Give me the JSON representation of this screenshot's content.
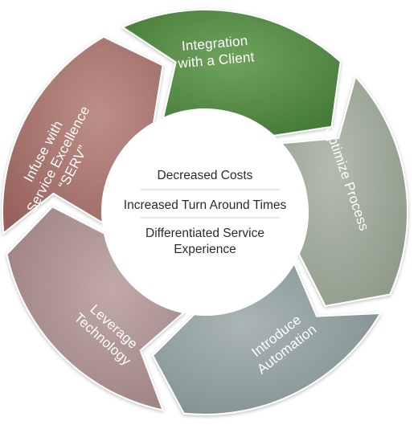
{
  "cycle": {
    "segments": [
      {
        "id": "integration",
        "lines": [
          "Integration",
          "with a Client"
        ],
        "color": "#4f8a41"
      },
      {
        "id": "optimize",
        "lines": [
          "Optimize Process"
        ],
        "color": "#9aa593"
      },
      {
        "id": "automation",
        "lines": [
          "Introduce",
          "Automation"
        ],
        "color": "#8e9c9c"
      },
      {
        "id": "leverage",
        "lines": [
          "Leverage",
          "Technology"
        ],
        "color": "#a88c8b"
      },
      {
        "id": "serv",
        "lines": [
          "Infuse with",
          "Service Excellence",
          "“SERV”"
        ],
        "color": "#a46f6a"
      }
    ]
  },
  "center": {
    "items": [
      "Decreased Costs",
      "Increased Turn Around Times",
      "Differentiated Service",
      "Experience"
    ]
  }
}
